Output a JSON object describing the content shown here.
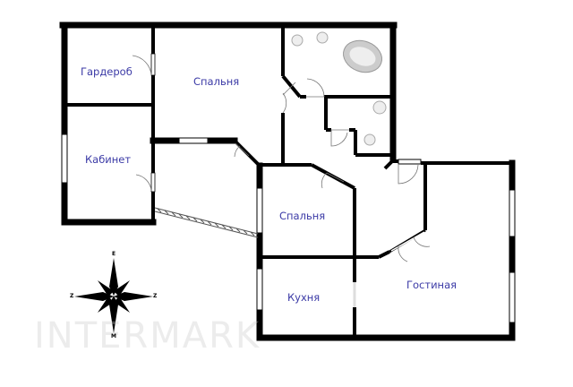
{
  "rooms": {
    "wardrobe": "Гардероб",
    "bedroom1": "Спальня",
    "study": "Кабинет",
    "bedroom2": "Спальня",
    "kitchen": "Кухня",
    "living": "Гостиная"
  },
  "compass": {
    "top": "E",
    "left": "Z",
    "right": "Z",
    "bottom": "M"
  },
  "watermark": "INTERMARK",
  "colors": {
    "wall": "#000000",
    "label": "#3b3aa6"
  }
}
